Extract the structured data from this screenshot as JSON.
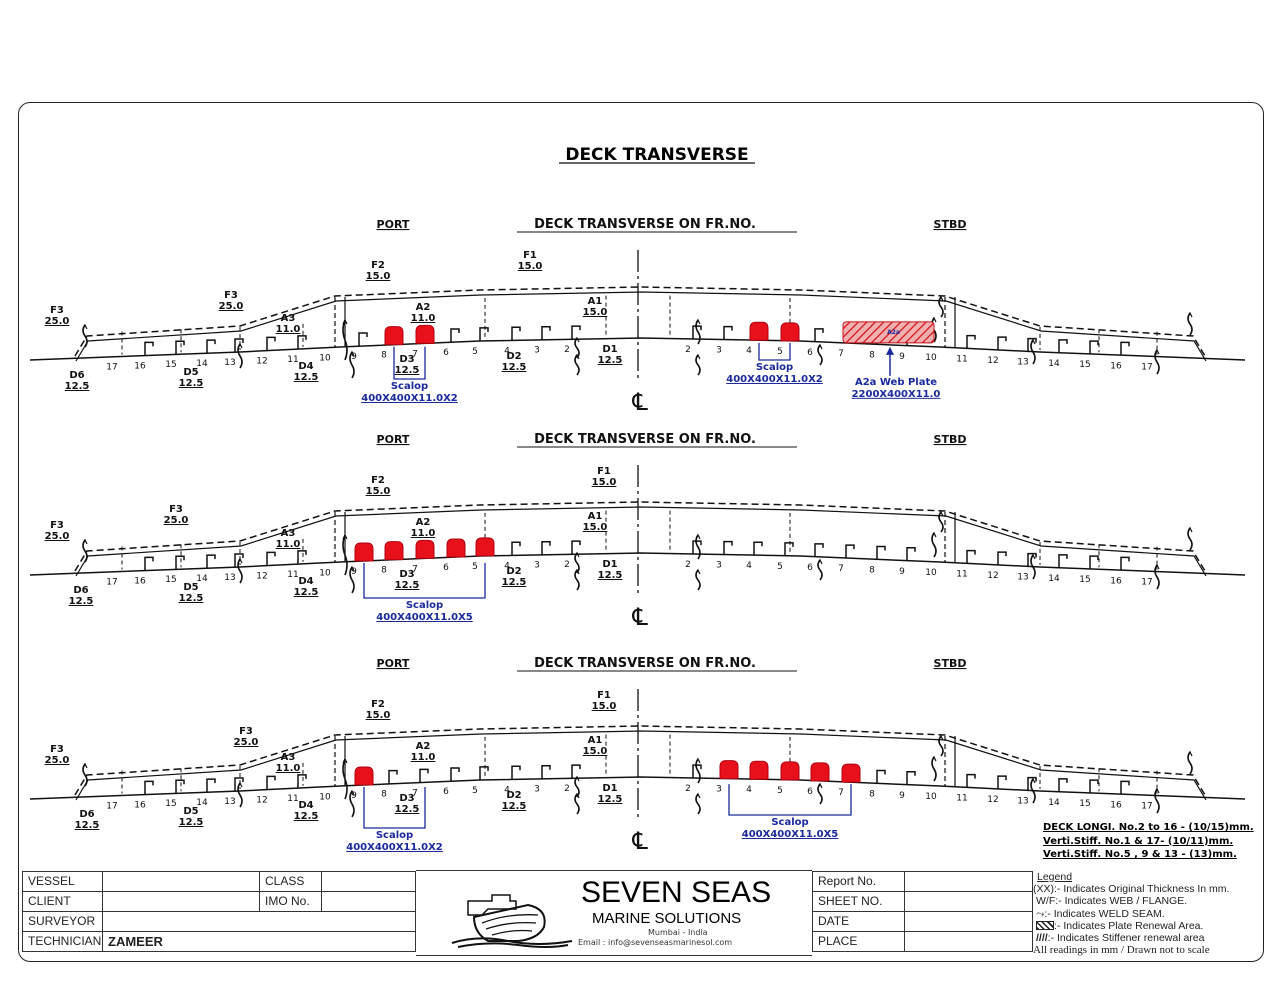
{
  "title": "DECK TRANSVERSE",
  "sections": [
    {
      "port": "PORT",
      "stbd": "STBD",
      "heading": "DECK TRANSVERSE ON FR.NO.",
      "plates": {
        "F1": [
          "F1",
          "15.0"
        ],
        "F2": [
          "F2",
          "15.0"
        ],
        "F3a": [
          "F3",
          "25.0"
        ],
        "F3b": [
          "F3",
          "25.0"
        ],
        "A3": [
          "A3",
          "11.0"
        ],
        "A2": [
          "A2",
          "11.0"
        ],
        "A1": [
          "A1",
          "15.0"
        ],
        "D6": [
          "D6",
          "12.5"
        ],
        "D5": [
          "D5",
          "12.5"
        ],
        "D4": [
          "D4",
          "12.5"
        ],
        "D3": [
          "D3",
          "12.5"
        ],
        "D2": [
          "D2",
          "12.5"
        ],
        "D1": [
          "D1",
          "12.5"
        ]
      },
      "scallops": [
        {
          "side": "port",
          "stiffeners": [
            8,
            7
          ],
          "title": "Scalop",
          "size": "400X400X11.0X2"
        },
        {
          "side": "stbd",
          "stiffeners": [
            4,
            5
          ],
          "title": "Scalop",
          "size": "400X400X11.0X2"
        }
      ],
      "web_plate": {
        "side": "stbd",
        "from": 7,
        "to": 9,
        "tag": "A2a",
        "title": "A2a Web Plate",
        "size": "2200X400X11.0"
      }
    },
    {
      "port": "PORT",
      "stbd": "STBD",
      "heading": "DECK TRANSVERSE ON FR.NO.",
      "plates": {
        "F1": [
          "F1",
          "15.0"
        ],
        "F2": [
          "F2",
          "15.0"
        ],
        "F3a": [
          "F3",
          "25.0"
        ],
        "F3b": [
          "F3",
          "25.0"
        ],
        "A3": [
          "A3",
          "11.0"
        ],
        "A2": [
          "A2",
          "11.0"
        ],
        "A1": [
          "A1",
          "15.0"
        ],
        "D6": [
          "D6",
          "12.5"
        ],
        "D5": [
          "D5",
          "12.5"
        ],
        "D4": [
          "D4",
          "12.5"
        ],
        "D3": [
          "D3",
          "12.5"
        ],
        "D2": [
          "D2",
          "12.5"
        ],
        "D1": [
          "D1",
          "12.5"
        ]
      },
      "scallops": [
        {
          "side": "port",
          "stiffeners": [
            9,
            8,
            7,
            6,
            5
          ],
          "title": "Scalop",
          "size": "400X400X11.0X5"
        }
      ]
    },
    {
      "port": "PORT",
      "stbd": "STBD",
      "heading": "DECK TRANSVERSE ON FR.NO.",
      "plates": {
        "F1": [
          "F1",
          "15.0"
        ],
        "F2": [
          "F2",
          "15.0"
        ],
        "F3a": [
          "F3",
          "25.0"
        ],
        "F3b": [
          "F3",
          "25.0"
        ],
        "A3": [
          "A3",
          "11.0"
        ],
        "A2": [
          "A2",
          "11.0"
        ],
        "A1": [
          "A1",
          "15.0"
        ],
        "D6": [
          "D6",
          "12.5"
        ],
        "D5": [
          "D5",
          "12.5"
        ],
        "D4": [
          "D4",
          "12.5"
        ],
        "D3": [
          "D3",
          "12.5"
        ],
        "D2": [
          "D2",
          "12.5"
        ],
        "D1": [
          "D1",
          "12.5"
        ]
      },
      "scallops": [
        {
          "side": "port",
          "stiffeners": [
            9
          ],
          "span_to": 7,
          "title": "Scalop",
          "size": "400X400X11.0X2"
        },
        {
          "side": "stbd",
          "stiffeners": [
            3,
            4,
            5,
            6,
            7
          ],
          "title": "Scalop",
          "size": "400X400X11.0X5"
        }
      ]
    }
  ],
  "centerline_symbol": "℄",
  "notes": [
    "DECK LONGI. No.2 to 16 - (10/15)mm.",
    "Verti.Stiff. No.1 & 17- (10/11)mm.",
    "Verti.Stiff. No.5 , 9 & 13 - (13)mm."
  ],
  "title_block": {
    "vessel_label": "VESSEL",
    "vessel": "",
    "class_label": "CLASS",
    "class": "",
    "client_label": "CLIENT",
    "client": "",
    "imo_label": "IMO No.",
    "imo": "",
    "surveyor_label": "SURVEYOR",
    "surveyor": "",
    "technician_label": "TECHNICIAN",
    "technician": "ZAMEER",
    "report_label": "Report No.",
    "report": "",
    "sheet_label": "SHEET NO.",
    "sheet": "",
    "date_label": "DATE",
    "date": "",
    "place_label": "PLACE",
    "place": ""
  },
  "company": {
    "name": "SEVEN SEAS",
    "sub": "MARINE SOLUTIONS",
    "city": "Mumbai - India",
    "email": "Email : info@sevenseasmarinesol.com"
  },
  "legend": {
    "title": "Legend",
    "items": [
      "(XX):- Indicates Original Thickness In mm.",
      "W/F:- Indicates  WEB / FLANGE.",
      ":- Indicates  WELD SEAM.",
      ":- Indicates  Plate Renewal Area.",
      ":- Indicates  Stiffener renewal area"
    ],
    "footer": "All readings in mm / Drawn not to scale"
  },
  "colors": {
    "renewal": "#e8101a",
    "annotation": "#1a2a9c",
    "line": "#111111"
  }
}
